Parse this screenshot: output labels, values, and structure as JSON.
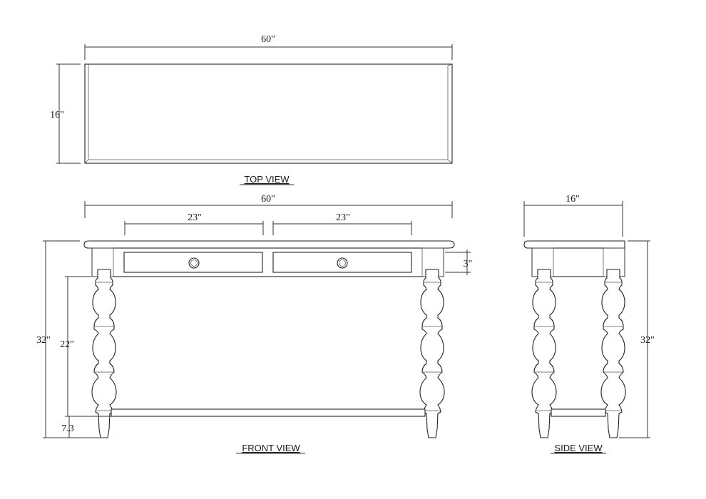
{
  "views": {
    "top": {
      "title": "TOP VIEW",
      "width_label": "60\"",
      "depth_label": "16\""
    },
    "front": {
      "title": "FRONT VIEW",
      "width_label": "60\"",
      "drawer_left_label": "23\"",
      "drawer_right_label": "23\"",
      "drawer_height_label": "3\"",
      "overall_height_label": "32\"",
      "knee_height_label": "22\"",
      "stretcher_height_label": "7.3"
    },
    "side": {
      "title": "SIDE VIEW",
      "depth_label": "16\"",
      "height_label": "32\""
    }
  }
}
